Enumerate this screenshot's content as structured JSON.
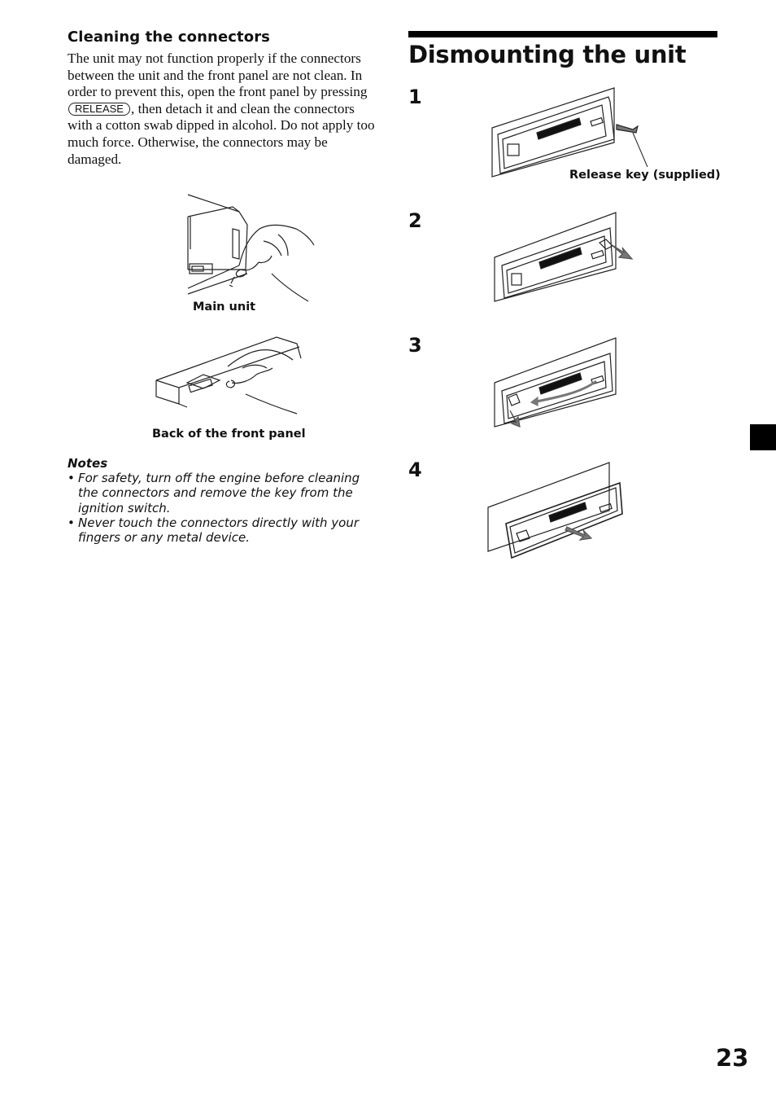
{
  "left": {
    "heading": "Cleaning the connectors",
    "paragraph_before_key": "The unit may not function properly if the connectors between the unit and the front panel are not clean. In order to prevent this, open the front panel by pressing",
    "release_key_label": "RELEASE",
    "paragraph_after_key": ", then detach it and clean the connectors with a cotton swab dipped in alcohol. Do not apply too much force. Otherwise, the connectors may be damaged.",
    "figure1_caption": "Main unit",
    "figure2_caption": "Back of the front panel",
    "notes_title": "Notes",
    "notes": [
      "For safety,  turn off the engine before cleaning the connectors and remove the key from the ignition switch.",
      "Never touch the connectors directly with your fingers or any metal device."
    ],
    "bullet": "•"
  },
  "right": {
    "title": "Dismounting the unit",
    "steps": [
      "1",
      "2",
      "3",
      "4"
    ],
    "release_key_caption": "Release key (supplied)"
  },
  "page_number": "23",
  "colors": {
    "text": "#111111",
    "rule": "#000000",
    "arrow": "#777777"
  }
}
